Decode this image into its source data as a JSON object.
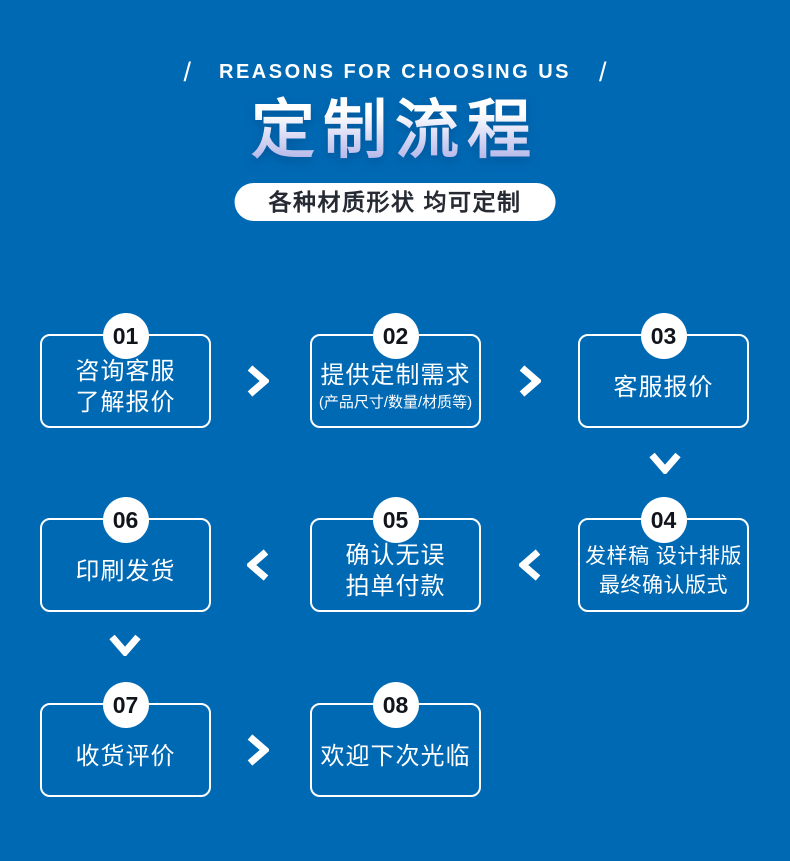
{
  "colors": {
    "background": "#0069b4",
    "title_gradient_top": "#ffffff",
    "title_gradient_bottom": "#a9abe6",
    "badge_background": "#ffffff",
    "badge_text": "#262a33",
    "card_border": "#ffffff",
    "card_text": "#ffffff",
    "number_text": "#10151c"
  },
  "header": {
    "slash_left": "/",
    "slogan": "REASONS FOR CHOOSING US",
    "slash_right": "/",
    "title": "定制流程",
    "badge": "各种材质形状 均可定制"
  },
  "steps": [
    {
      "num": "01",
      "lines": [
        "咨询客服",
        "了解报价"
      ]
    },
    {
      "num": "02",
      "lines": [
        "提供定制需求",
        "(产品尺寸/数量/材质等)"
      ]
    },
    {
      "num": "03",
      "lines": [
        "客服报价"
      ]
    },
    {
      "num": "04",
      "lines": [
        "发样稿 设计排版",
        "最终确认版式"
      ]
    },
    {
      "num": "05",
      "lines": [
        "确认无误",
        "拍单付款"
      ]
    },
    {
      "num": "06",
      "lines": [
        "印刷发货"
      ]
    },
    {
      "num": "07",
      "lines": [
        "收货评价"
      ]
    },
    {
      "num": "08",
      "lines": [
        "欢迎下次光临"
      ]
    }
  ]
}
